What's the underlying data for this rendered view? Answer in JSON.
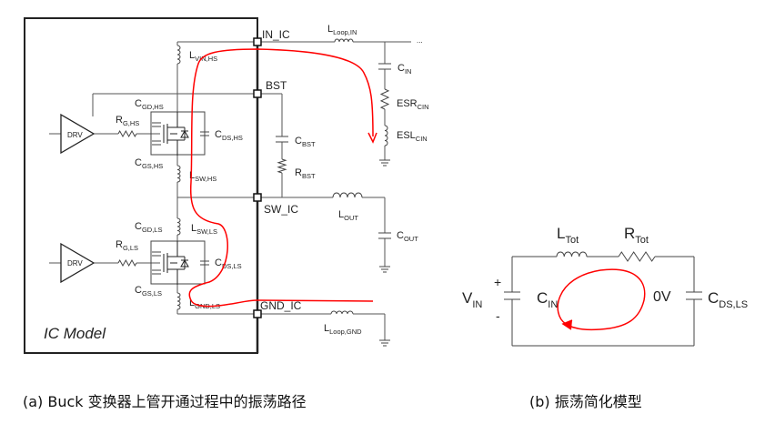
{
  "diagram_a": {
    "box_label": "IC Model",
    "driver_label": "DRV",
    "pins": {
      "in": "IN_IC",
      "bst": "BST",
      "sw": "SW_IC",
      "gnd": "GND_IC"
    },
    "ellipsis": "...",
    "labels": {
      "l_vin_hs": {
        "main": "L",
        "sub": "VIN,HS"
      },
      "c_gd_hs": {
        "main": "C",
        "sub": "GD,HS"
      },
      "r_g_hs": {
        "main": "R",
        "sub": "G,HS"
      },
      "c_ds_hs": {
        "main": "C",
        "sub": "DS,HS"
      },
      "c_gs_hs": {
        "main": "C",
        "sub": "GS,HS"
      },
      "l_sw_hs": {
        "main": "L",
        "sub": "SW,HS"
      },
      "c_gd_ls": {
        "main": "C",
        "sub": "GD,LS"
      },
      "l_sw_ls": {
        "main": "L",
        "sub": "SW,LS"
      },
      "r_g_ls": {
        "main": "R",
        "sub": "G,LS"
      },
      "c_ds_ls": {
        "main": "C",
        "sub": "DS,LS"
      },
      "c_gs_ls": {
        "main": "C",
        "sub": "GS,LS"
      },
      "l_gnd_ls": {
        "main": "L",
        "sub": "GND,LS"
      },
      "l_loop_in": {
        "main": "L",
        "sub": "Loop,IN"
      },
      "c_in": {
        "main": "C",
        "sub": "IN"
      },
      "esr_cin": {
        "main": "ESR",
        "sub": "CIN"
      },
      "esl_cin": {
        "main": "ESL",
        "sub": "CIN"
      },
      "c_bst": {
        "main": "C",
        "sub": "BST"
      },
      "r_bst": {
        "main": "R",
        "sub": "BST"
      },
      "l_out": {
        "main": "L",
        "sub": "OUT"
      },
      "c_out": {
        "main": "C",
        "sub": "OUT"
      },
      "l_loop_gnd": {
        "main": "L",
        "sub": "Loop,GND"
      }
    },
    "caption": "(a) Buck 变换器上管开通过程中的振荡路径"
  },
  "diagram_b": {
    "labels": {
      "l_tot": {
        "main": "L",
        "sub": "Tot"
      },
      "r_tot": {
        "main": "R",
        "sub": "Tot"
      },
      "v_in": {
        "main": "V",
        "sub": "IN"
      },
      "c_in": {
        "main": "C",
        "sub": "IN"
      },
      "c_ds_ls": {
        "main": "C",
        "sub": "DS,LS"
      }
    },
    "plus": "+",
    "minus": "-",
    "zero_v": "0V",
    "caption": "(b) 振荡简化模型"
  },
  "colors": {
    "wire": "#555555",
    "loop": "#ff0000",
    "box": "#222222"
  }
}
